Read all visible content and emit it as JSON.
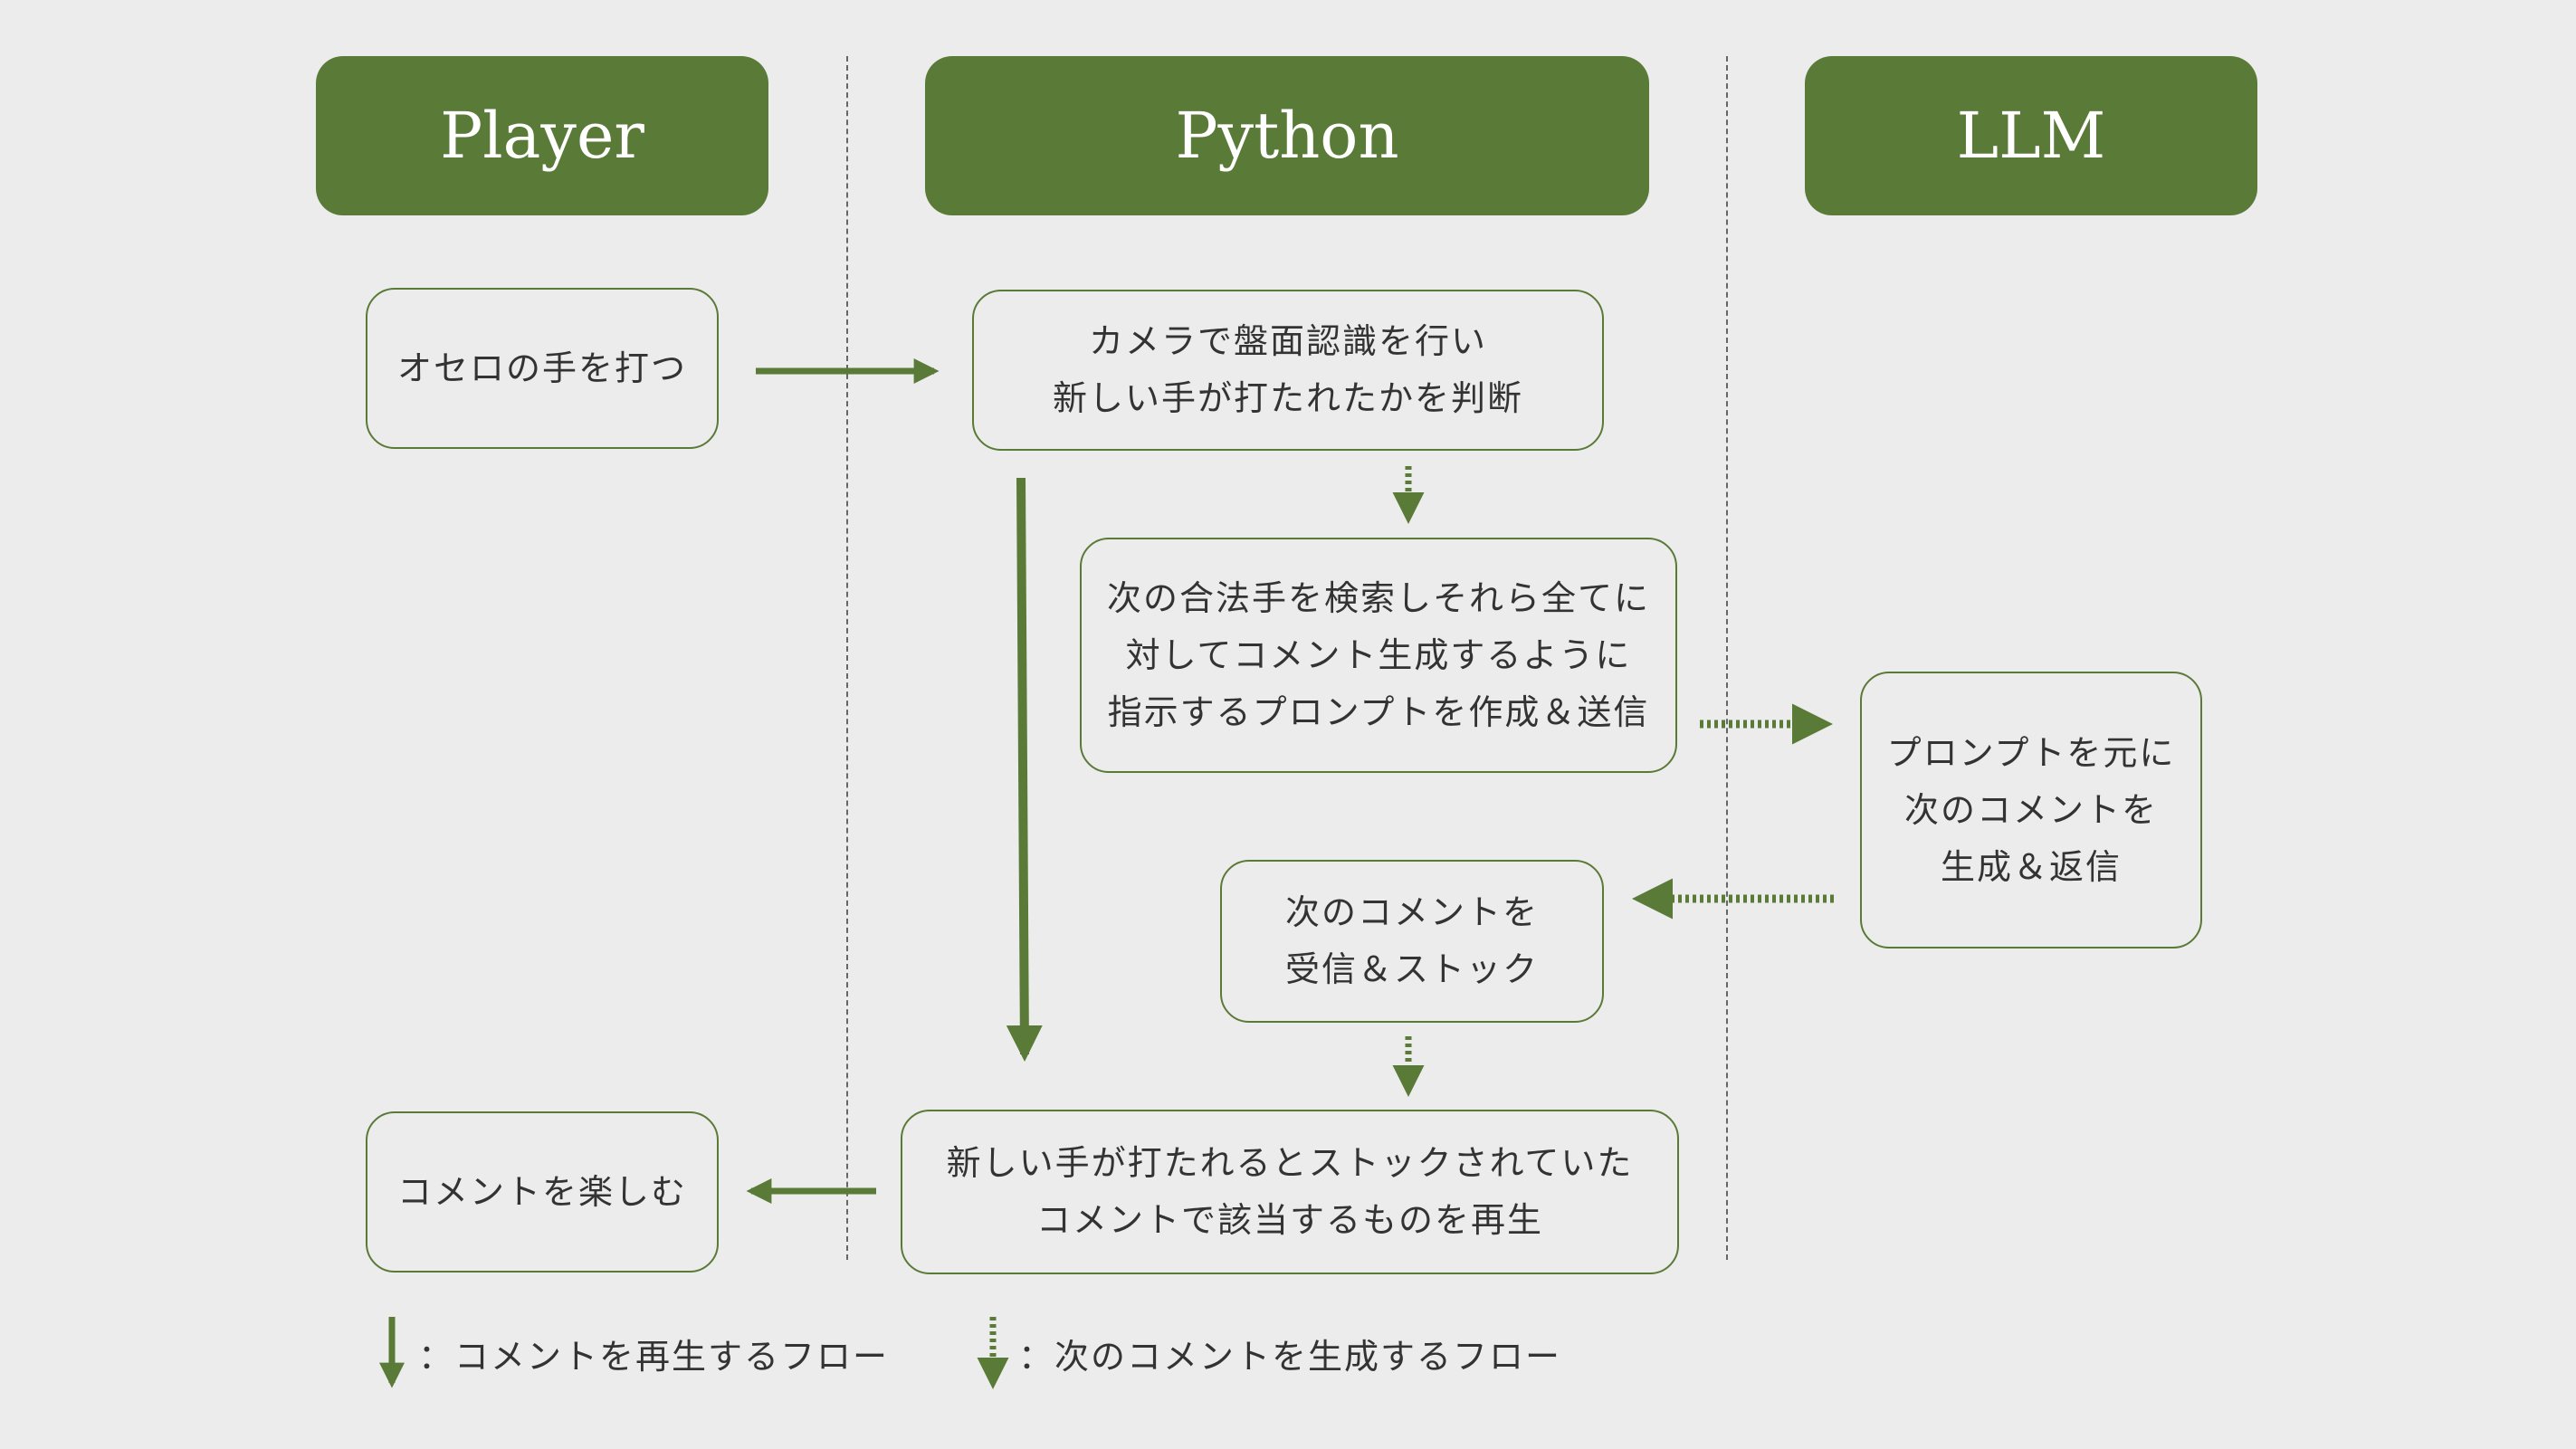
{
  "columns": {
    "player": "Player",
    "python": "Python",
    "llm": "LLM"
  },
  "steps": {
    "play_move": [
      "オセロの手を打つ"
    ],
    "detect_move": [
      "カメラで盤面認識を行い",
      "新しい手が打たれたかを判断"
    ],
    "build_prompt": [
      "次の合法手を検索しそれら全てに",
      "対してコメント生成するように",
      "指示するプロンプトを作成＆送信"
    ],
    "llm_generate": [
      "プロンプトを元に",
      "次のコメントを",
      "生成＆返信"
    ],
    "receive_stock": [
      "次のコメントを",
      "受信＆ストック"
    ],
    "play_comment": [
      "新しい手が打たれるとストックされていた",
      "コメントで該当するものを再生"
    ],
    "enjoy_comment": [
      "コメントを楽しむ"
    ]
  },
  "legend": {
    "solid": "：コメントを再生するフロー",
    "dotted": "：次のコメントを生成するフロー"
  },
  "colors": {
    "accent": "#5a7a38",
    "background": "#ececec",
    "text": "#333333"
  }
}
